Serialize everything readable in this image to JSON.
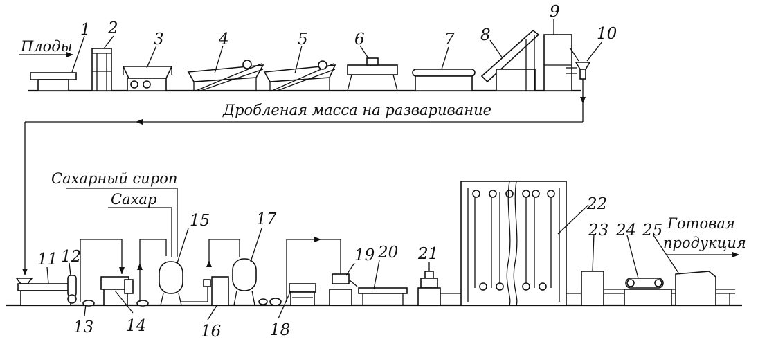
{
  "labels": {
    "fruits": "Плоды",
    "crushed_mass": "Дробленая масса на разваривание",
    "sugar_syrup": "Сахарный сироп",
    "sugar": "Сахар",
    "finished_product_line1": "Готовая",
    "finished_product_line2": "продукция"
  },
  "numbers": {
    "n1": "1",
    "n2": "2",
    "n3": "3",
    "n4": "4",
    "n5": "5",
    "n6": "6",
    "n7": "7",
    "n8": "8",
    "n9": "9",
    "n10": "10",
    "n11": "11",
    "n12": "12",
    "n13": "13",
    "n14": "14",
    "n15": "15",
    "n16": "16",
    "n17": "17",
    "n18": "18",
    "n19": "19",
    "n20": "20",
    "n21": "21",
    "n22": "22",
    "n23": "23",
    "n24": "24",
    "n25": "25"
  }
}
